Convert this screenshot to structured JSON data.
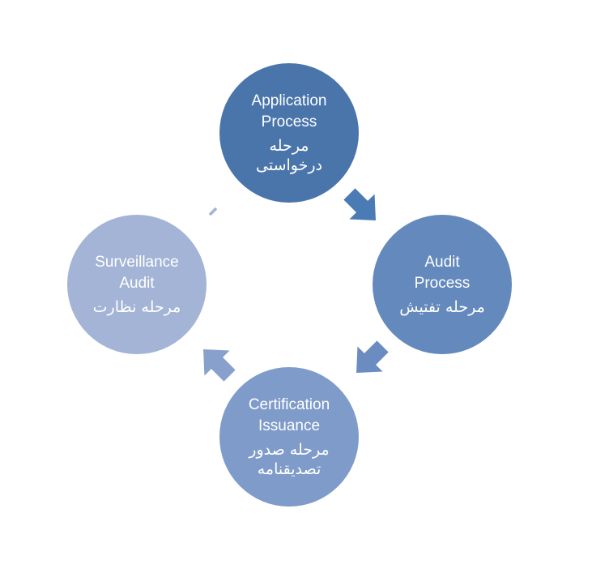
{
  "colors": {
    "stage1": "#4a75ab",
    "stage2": "#6489bc",
    "stage3": "#7f9bc9",
    "stage4": "#a3b4d6",
    "arrow1": "#4b7bb5",
    "arrow2": "#6a8cc0",
    "arrow3": "#87a0cc",
    "arrow4": "#a3b4d6"
  },
  "stages": [
    {
      "en_line1": "Application",
      "en_line2": "Process",
      "fa_line1": "مرحله",
      "fa_line2": "درخواستی"
    },
    {
      "en_line1": "Audit",
      "en_line2": "Process",
      "fa_line1": "مرحله تفتیش",
      "fa_line2": ""
    },
    {
      "en_line1": "Certification",
      "en_line2": "Issuance",
      "fa_line1": "مرحله صدور",
      "fa_line2": "تصدیقنامه"
    },
    {
      "en_line1": "Surveillance",
      "en_line2": "Audit",
      "fa_line1": "مرحله نظارت",
      "fa_line2": ""
    }
  ]
}
